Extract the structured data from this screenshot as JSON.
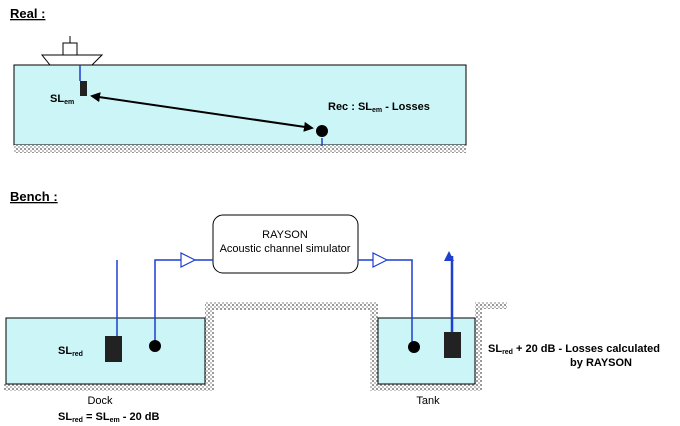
{
  "real": {
    "heading": "Real :",
    "emitter": {
      "label": "SL",
      "sub": "em"
    },
    "receiver": {
      "prefix": "Rec : SL",
      "sub": "em",
      "suffix": " - Losses"
    }
  },
  "bench": {
    "heading": "Bench :",
    "simulator": {
      "name": "RAYSON",
      "description": "Acoustic channel simulator"
    },
    "dock": {
      "name": "Dock",
      "source": {
        "label": "SL",
        "sub": "red"
      },
      "formula": {
        "a": "SL",
        "a_sub": "red",
        "mid": " = SL",
        "b_sub": "em",
        "end": " - 20 dB"
      }
    },
    "tank": {
      "name": "Tank",
      "result": {
        "label": "SL",
        "sub": "red",
        "rest": " + 20 dB - Losses calculated",
        "line2": "by RAYSON"
      }
    }
  },
  "colors": {
    "water": "#ccf5f7",
    "wire": "#1f3fd0",
    "seabed": "#aaaaaa"
  }
}
